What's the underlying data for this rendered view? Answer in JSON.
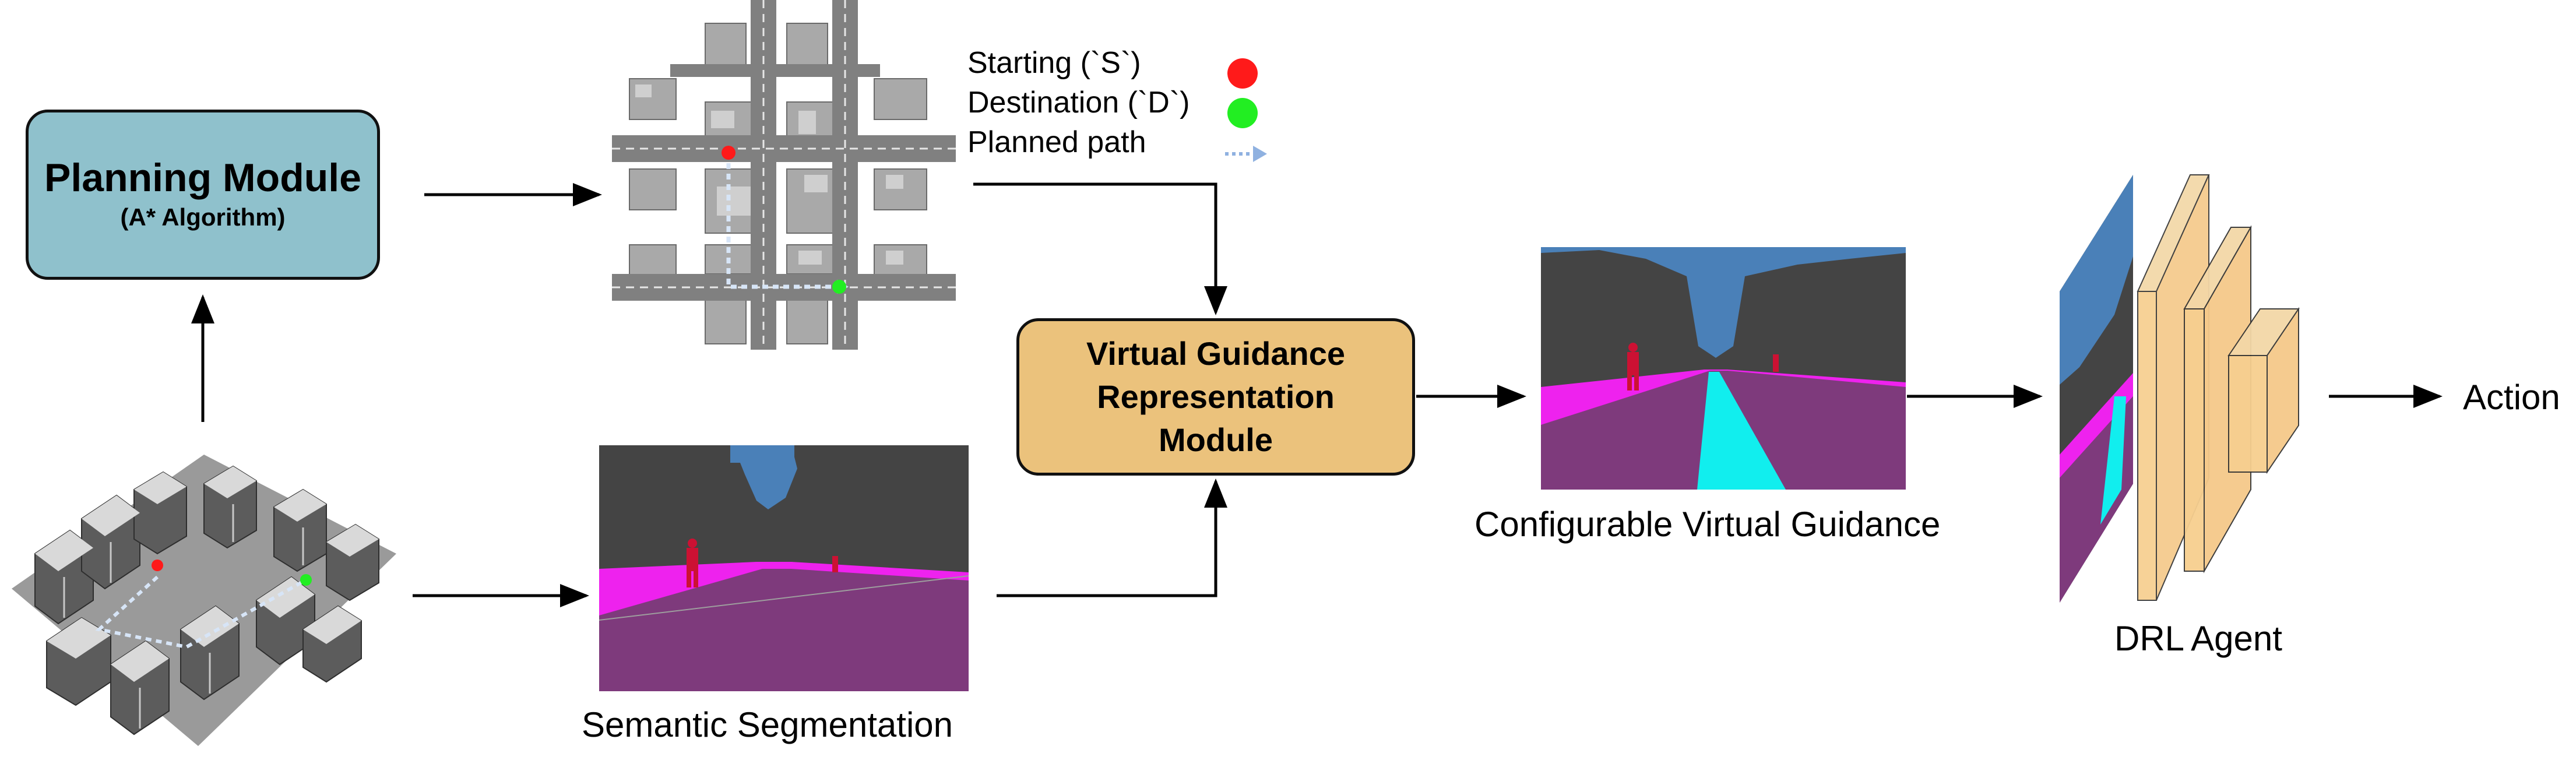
{
  "planning_module": {
    "title": "Planning Module",
    "subtitle": "(A* Algorithm)",
    "color": "#8fc1cc"
  },
  "virtual_guidance_module": {
    "lines": [
      "Virtual Guidance",
      "Representation",
      "Module"
    ],
    "color": "#ebc27c"
  },
  "legend": {
    "items": [
      {
        "label": "Starting (`S`)",
        "marker": "red-dot-icon",
        "color": "#ff1a1a"
      },
      {
        "label": "Destination (`D`)",
        "marker": "green-dot-icon",
        "color": "#22ee22"
      },
      {
        "label": "Planned path",
        "marker": "dotted-arrow-icon",
        "color": "#8fb1e0"
      }
    ]
  },
  "captions": {
    "semantic_segmentation": "Semantic Segmentation",
    "configurable_virtual_guidance": "Configurable Virtual Guidance",
    "drl_agent": "DRL Agent",
    "action": "Action"
  },
  "segmentation_colors": {
    "sky": "#4a80b8",
    "buildings": "#444444",
    "road": "#7e3a7c",
    "sidewalk": "#ee22ee",
    "pedestrian": "#cc1133",
    "guidance": "#11eeee"
  },
  "agent_layer_color": "#f7cf8f"
}
